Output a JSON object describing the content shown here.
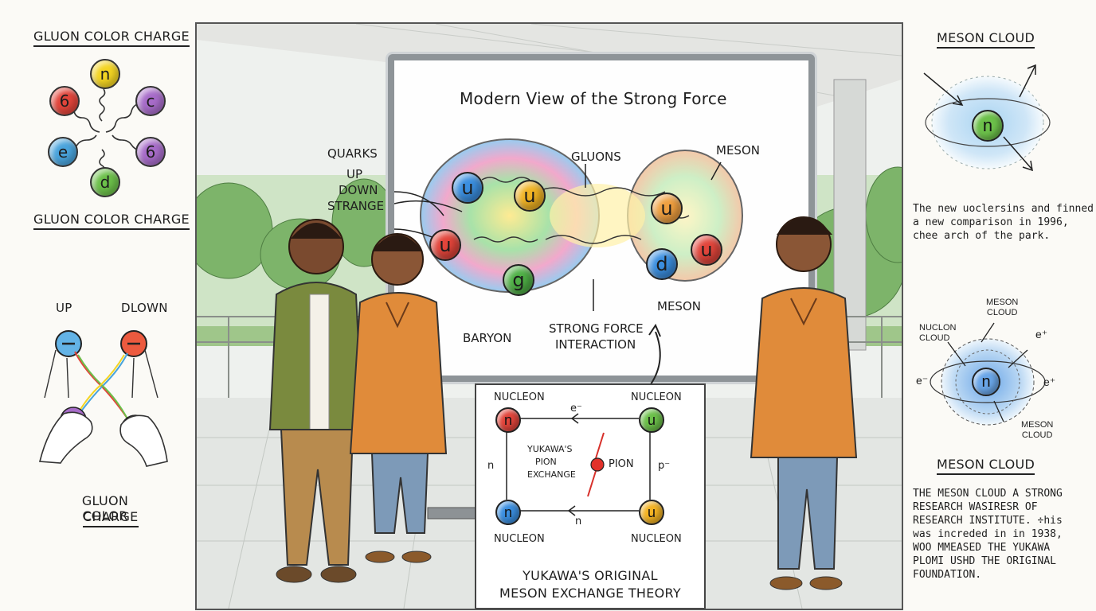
{
  "left_panel": {
    "title_top": "GLUON COLOR CHARGE",
    "title_mid": "GLUON COLOR CHARGE",
    "balls": [
      "n",
      "c",
      "6",
      "d",
      "e",
      "6"
    ],
    "up_label": "UP",
    "down_label": "DLOWN",
    "bottom_caption_line1": "GLUON COLOR",
    "bottom_caption_line2": "CHARGE",
    "colors": {
      "red": "#e2453b",
      "yellow": "#f3d423",
      "purple": "#a76cc9",
      "green": "#6cc04a",
      "blue": "#4aa4dc"
    }
  },
  "board": {
    "title": "Modern View of the Strong Force",
    "labels": {
      "quarks": "QUARKS",
      "up": "UP",
      "down": "DOWN",
      "strange": "STRANGE",
      "gluons": "GLUONS",
      "meson_top": "MESON",
      "meson_bottom": "MESON",
      "baryon": "BARYON",
      "strong_force_1": "STRONG FORCE",
      "strong_force_2": "INTERACTION"
    },
    "baryon_quarks": [
      "u",
      "u",
      "u",
      "g"
    ],
    "meson_quarks": [
      "u",
      "u",
      "d"
    ]
  },
  "yukawa_card": {
    "nucleon_tl": "NUCLEON",
    "nucleon_tr": "NUCLEON",
    "nucleon_bl": "NUCLEON",
    "nucleon_br": "NUCLEON",
    "ball_tl": "n",
    "ball_tr": "u",
    "ball_bl": "n",
    "ball_br": "u",
    "electron": "e⁻",
    "n_left": "n",
    "p_right": "p⁻",
    "n_bottom": "n",
    "yukawa_1": "YUKAWA'S",
    "yukawa_2": "PION",
    "yukawa_3": "EXCHANGE",
    "pion": "PION",
    "title_1": "YUKAWA'S ORIGINAL",
    "title_2": "MESON EXCHANGE THEORY"
  },
  "right_panel": {
    "title_top": "MESON CLOUD",
    "cloud_ball": "n",
    "paragraph_1": [
      "The new uoclersins and finned",
      "a new comparison in 1996,",
      "chee arch of the park."
    ],
    "meson_cloud_top": [
      "MESON",
      "CLOUD"
    ],
    "nuclon_cloud": [
      "NUCLON",
      "CLOUD"
    ],
    "e_plus_top": "e⁺",
    "e_minus": "e⁻",
    "e_plus_right": "e⁺",
    "atom_ball": "n",
    "meson_cloud_bottom": [
      "MESON",
      "CLOUD"
    ],
    "title_mid": "MESON CLOUD",
    "paragraph_2": [
      "THE MESON CLOUD A STRONG",
      "RESEARCH WASIRESR OF",
      "RESEARCH INSTITUTE. ÷his",
      "was increded in in 1938,",
      "WOO MMEASED THE YUKAWA",
      "PLOMI USHD THE ORIGINAL",
      "FOUNDATION."
    ]
  }
}
